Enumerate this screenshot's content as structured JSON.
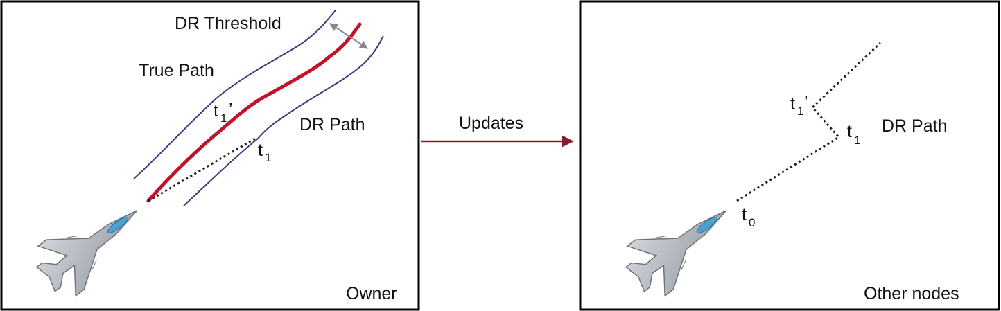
{
  "left_panel": {
    "labels": {
      "dr_threshold": "DR Threshold",
      "true_path": "True Path",
      "dr_path": "DR Path",
      "t1_prime_base": "t",
      "t1_prime_sub": "1",
      "t1_prime_mark": "’",
      "t1_base": "t",
      "t1_sub": "1"
    },
    "corner_label": "Owner"
  },
  "arrow": {
    "label": "Updates",
    "color": "#8b1a2e"
  },
  "right_panel": {
    "labels": {
      "dr_path": "DR Path",
      "t1_prime_base": "t",
      "t1_prime_sub": "1",
      "t1_prime_mark": "’",
      "t1_base": "t",
      "t1_sub": "1",
      "t0_base": "t",
      "t0_sub": "0"
    },
    "corner_label": "Other nodes"
  },
  "colors": {
    "true_path": "#c0122b",
    "threshold_lines": "#3b3b7a",
    "dr_dotted": "#222222",
    "border": "#000000",
    "aircraft": "#9aa0a8"
  }
}
